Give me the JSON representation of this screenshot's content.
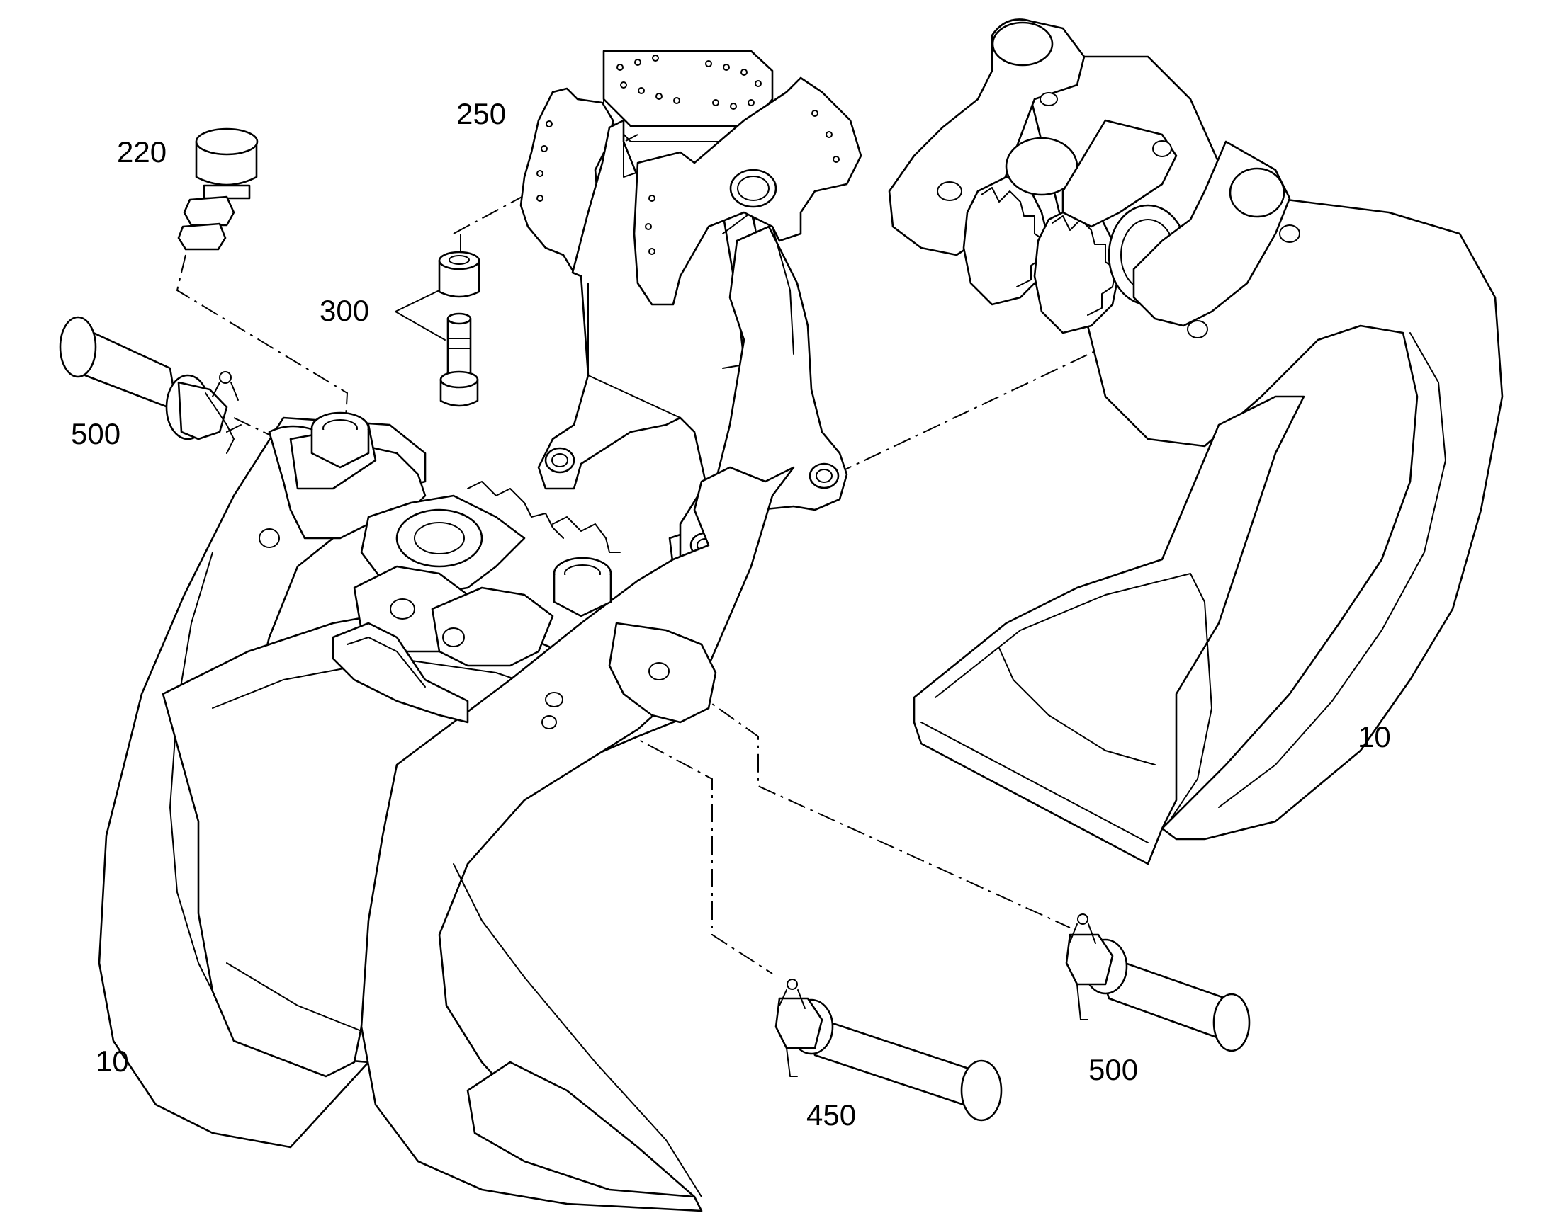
{
  "labels": {
    "p220": "220",
    "p250": "250",
    "p300": "300",
    "p500_left": "500",
    "p10_right": "10",
    "p10_left": "10",
    "p450": "450",
    "p500_right": "500"
  },
  "colors": {
    "line": "#000000",
    "background": "#ffffff"
  }
}
